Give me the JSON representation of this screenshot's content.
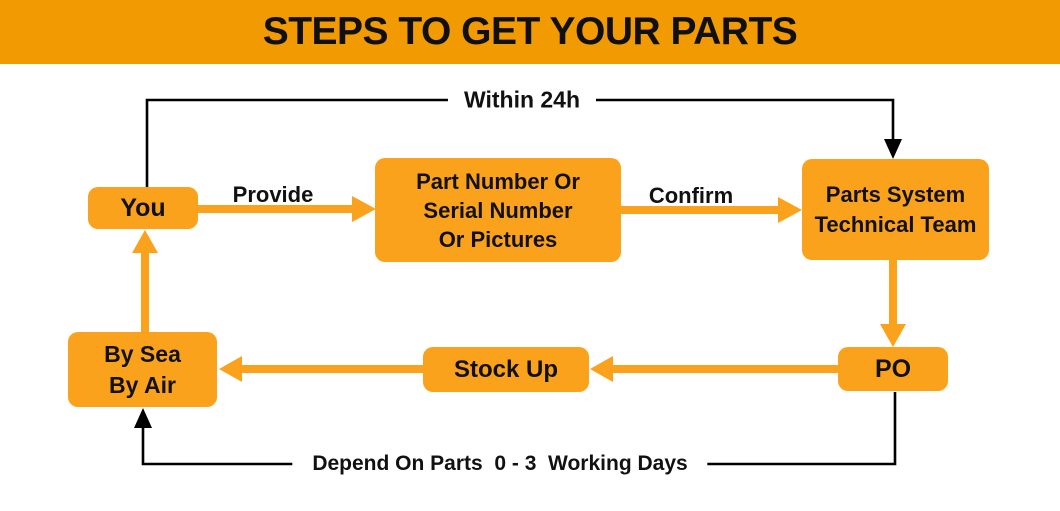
{
  "title": "STEPS TO GET YOUR PARTS",
  "colors": {
    "banner_orange": "#F29A02",
    "node_orange": "#FAA21B",
    "text_black": "#111111",
    "line_black": "#000000",
    "background": "#FFFFFF"
  },
  "flow": {
    "nodes": {
      "you": "You",
      "details": "Part Number Or\nSerial Number\nOr Pictures",
      "team": "Parts System\nTechnical Team",
      "po": "PO",
      "stock": "Stock Up",
      "shipping": "By Sea\nBy Air"
    },
    "edges": [
      {
        "from": "you",
        "to": "details",
        "label": "Provide",
        "style": "orange-arrow"
      },
      {
        "from": "details",
        "to": "team",
        "label": "Confirm",
        "style": "orange-arrow"
      },
      {
        "from": "you",
        "to": "team",
        "label": "Within 24h",
        "style": "black-line"
      },
      {
        "from": "team",
        "to": "po",
        "label": "",
        "style": "orange-arrow"
      },
      {
        "from": "po",
        "to": "stock",
        "label": "",
        "style": "orange-arrow"
      },
      {
        "from": "stock",
        "to": "shipping",
        "label": "",
        "style": "orange-arrow"
      },
      {
        "from": "shipping",
        "to": "you",
        "label": "",
        "style": "orange-arrow"
      },
      {
        "from": "po",
        "to": "shipping",
        "label": "Depend On Parts  0 - 3  Working Days",
        "style": "black-line"
      }
    ]
  }
}
